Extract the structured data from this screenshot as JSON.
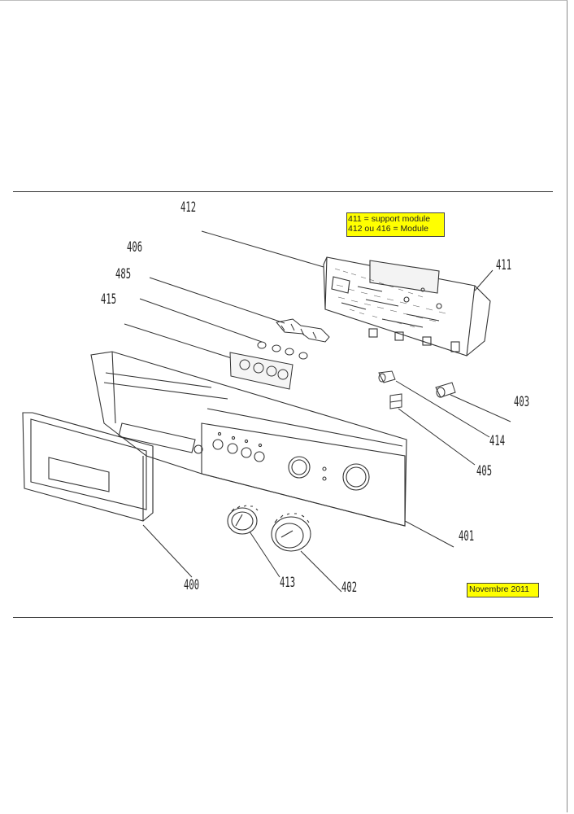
{
  "callouts": {
    "p412": "412",
    "p406": "406",
    "p485": "485",
    "p415": "415",
    "p411": "411",
    "p403": "403",
    "p414": "414",
    "p405": "405",
    "p401": "401",
    "p400": "400",
    "p413": "413",
    "p402": "402"
  },
  "legend_note": {
    "line1": "411 = support module",
    "line2": "412 ou 416 = Module"
  },
  "date_note": "Novembre 2011",
  "colors": {
    "note_background": "#ffff00",
    "line_art": "#333333"
  }
}
